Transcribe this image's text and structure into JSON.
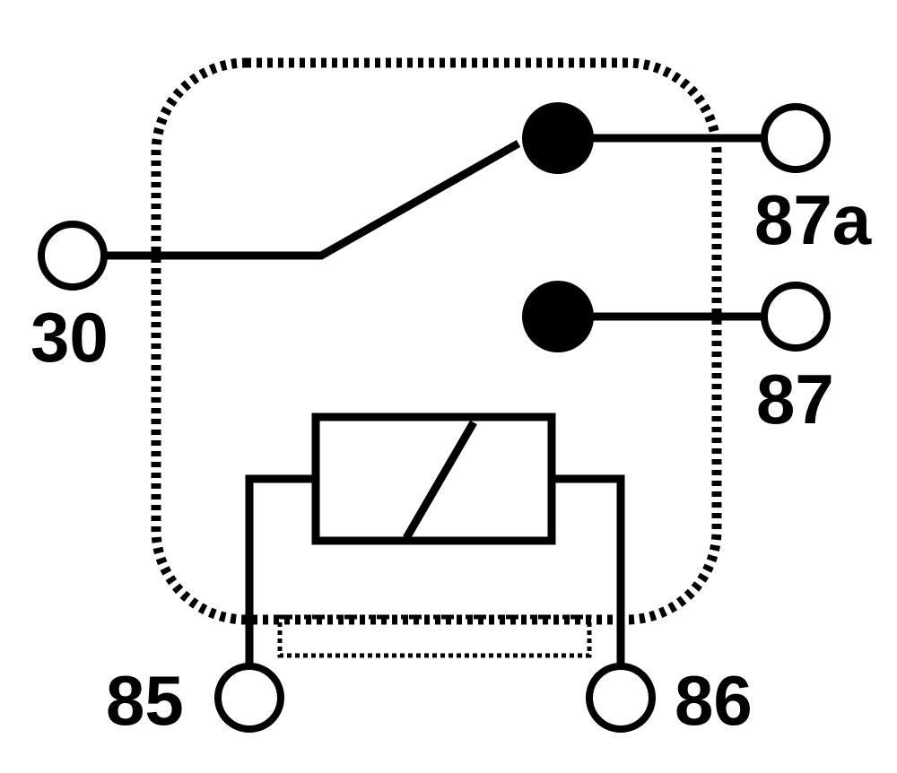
{
  "diagram": {
    "type": "relay-schematic",
    "components": {
      "housing": "dotted-rounded-rectangle",
      "switch": "spdt-contact",
      "coil": "relay-coil",
      "suppressor": "dotted-rectangle"
    },
    "pins": {
      "p30": {
        "label": "30"
      },
      "p87a": {
        "label": "87a"
      },
      "p87": {
        "label": "87"
      },
      "p85": {
        "label": "85"
      },
      "p86": {
        "label": "86"
      }
    },
    "colors": {
      "ink": "#000000",
      "background": "#ffffff"
    }
  }
}
